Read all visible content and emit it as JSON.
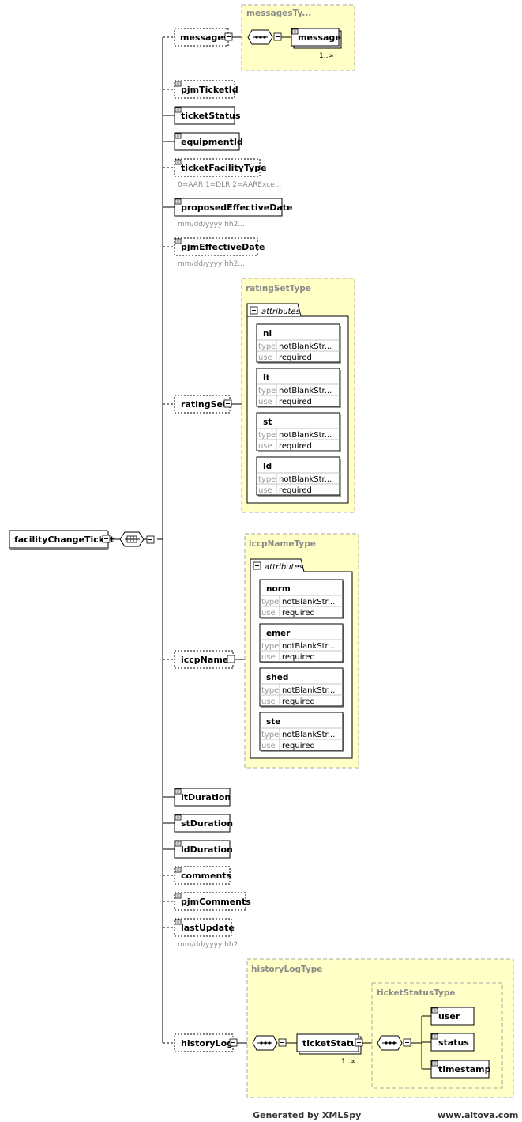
{
  "root": {
    "label": "facilityChangeTicket"
  },
  "elements": {
    "messages": "messages",
    "pjmTicketId": "pjmTicketId",
    "ticketStatus": "ticketStatus",
    "equipmentId": "equipmentId",
    "ticketFacilityType": "ticketFacilityType",
    "proposedEffectiveDate": "proposedEffectiveDate",
    "pjmEffectiveDate": "pjmEffectiveDate",
    "ratingSet": "ratingSet",
    "iccpName": "iccpName",
    "ltDuration": "ltDuration",
    "stDuration": "stDuration",
    "ldDuration": "ldDuration",
    "comments": "comments",
    "pjmComments": "pjmComments",
    "lastUpdate": "lastUpdate",
    "historyLog": "historyLog"
  },
  "annotations": {
    "ticketFacilityType": "0=AAR 1=DLR 2=AARExce...",
    "proposedEffectiveDate": "mm/dd/yyyy hh2...",
    "pjmEffectiveDate": "mm/dd/yyyy hh2...",
    "lastUpdate": "mm/dd/yyyy hh2..."
  },
  "messagesType": {
    "title": "messagesTy...",
    "child": "message",
    "occurrence": "1..∞"
  },
  "ratingSetType": {
    "title": "ratingSetType",
    "attributes_label": "attributes",
    "key_type": "type",
    "key_use": "use",
    "attrs": [
      {
        "name": "nl",
        "type": "notBlankStr...",
        "use": "required"
      },
      {
        "name": "lt",
        "type": "notBlankStr...",
        "use": "required"
      },
      {
        "name": "st",
        "type": "notBlankStr...",
        "use": "required"
      },
      {
        "name": "ld",
        "type": "notBlankStr...",
        "use": "required"
      }
    ]
  },
  "iccpNameType": {
    "title": "iccpNameType",
    "attributes_label": "attributes",
    "key_type": "type",
    "key_use": "use",
    "attrs": [
      {
        "name": "norm",
        "type": "notBlankStr...",
        "use": "required"
      },
      {
        "name": "emer",
        "type": "notBlankStr...",
        "use": "required"
      },
      {
        "name": "shed",
        "type": "notBlankStr...",
        "use": "required"
      },
      {
        "name": "ste",
        "type": "notBlankStr...",
        "use": "required"
      }
    ]
  },
  "historyLogType": {
    "title": "historyLogType",
    "child": "ticketStatus",
    "occurrence": "1..∞",
    "inner": {
      "title": "ticketStatusType",
      "children": [
        "user",
        "status",
        "timestamp"
      ]
    }
  },
  "footer": {
    "generated": "Generated by XMLSpy",
    "site": "www.altova.com"
  }
}
